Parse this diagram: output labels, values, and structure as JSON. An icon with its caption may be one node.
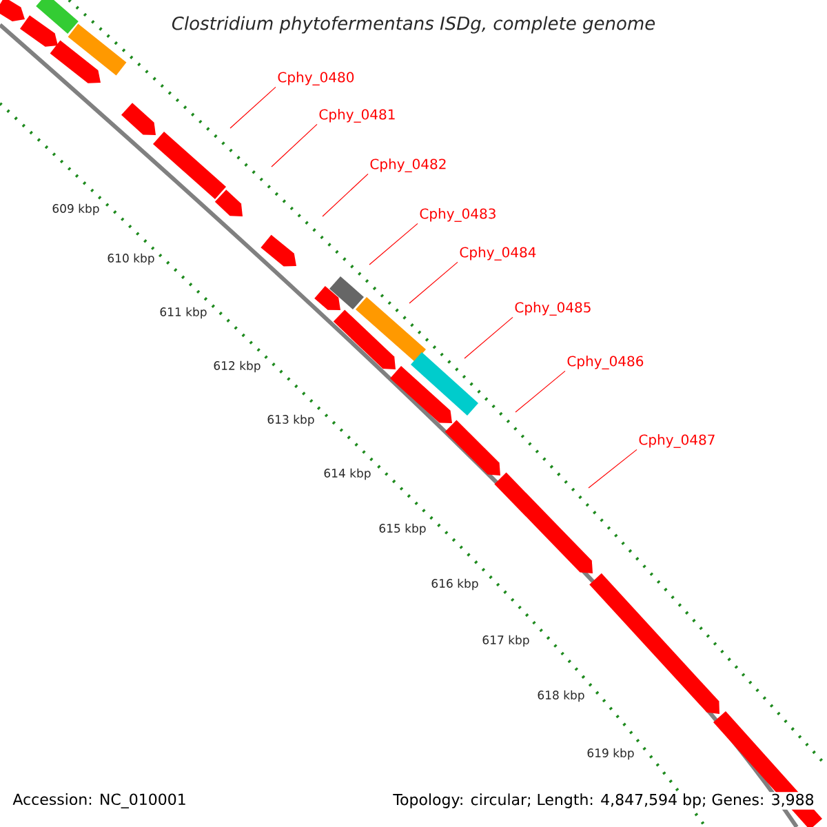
{
  "diagram": {
    "title": "Clostridium phytofermentans ISDg, complete genome",
    "nodes": [
      {
        "text": [
          "Cphy_0480"
        ]
      },
      {
        "text": [
          "Cphy_0481"
        ]
      },
      {
        "text": [
          "Cphy_0482"
        ]
      },
      {
        "text": [
          "Cphy_0483"
        ]
      },
      {
        "text": [
          "Cphy_0484"
        ]
      },
      {
        "text": [
          "Cphy_0485"
        ]
      },
      {
        "text": [
          "Cphy_0486"
        ]
      },
      {
        "text": [
          "Cphy_0487"
        ]
      }
    ],
    "edges": [
      {
        "from": 0,
        "to": null,
        "arrow": "none"
      },
      {
        "from": 1,
        "to": null,
        "arrow": "none"
      },
      {
        "from": 2,
        "to": null,
        "arrow": "none"
      },
      {
        "from": 3,
        "to": null,
        "arrow": "none"
      },
      {
        "from": 4,
        "to": null,
        "arrow": "none"
      },
      {
        "from": 5,
        "to": null,
        "arrow": "none"
      },
      {
        "from": 6,
        "to": null,
        "arrow": "none"
      },
      {
        "from": 7,
        "to": null,
        "arrow": "none"
      }
    ],
    "labels": [
      "609 kbp",
      "610 kbp",
      "611 kbp",
      "612 kbp",
      "613 kbp",
      "614 kbp",
      "615 kbp",
      "616 kbp",
      "617 kbp",
      "618 kbp",
      "619 kbp",
      "Accession: NC_010001",
      "Topology: circular; Length: 4,847,594 bp; Genes: 3,988"
    ]
  }
}
